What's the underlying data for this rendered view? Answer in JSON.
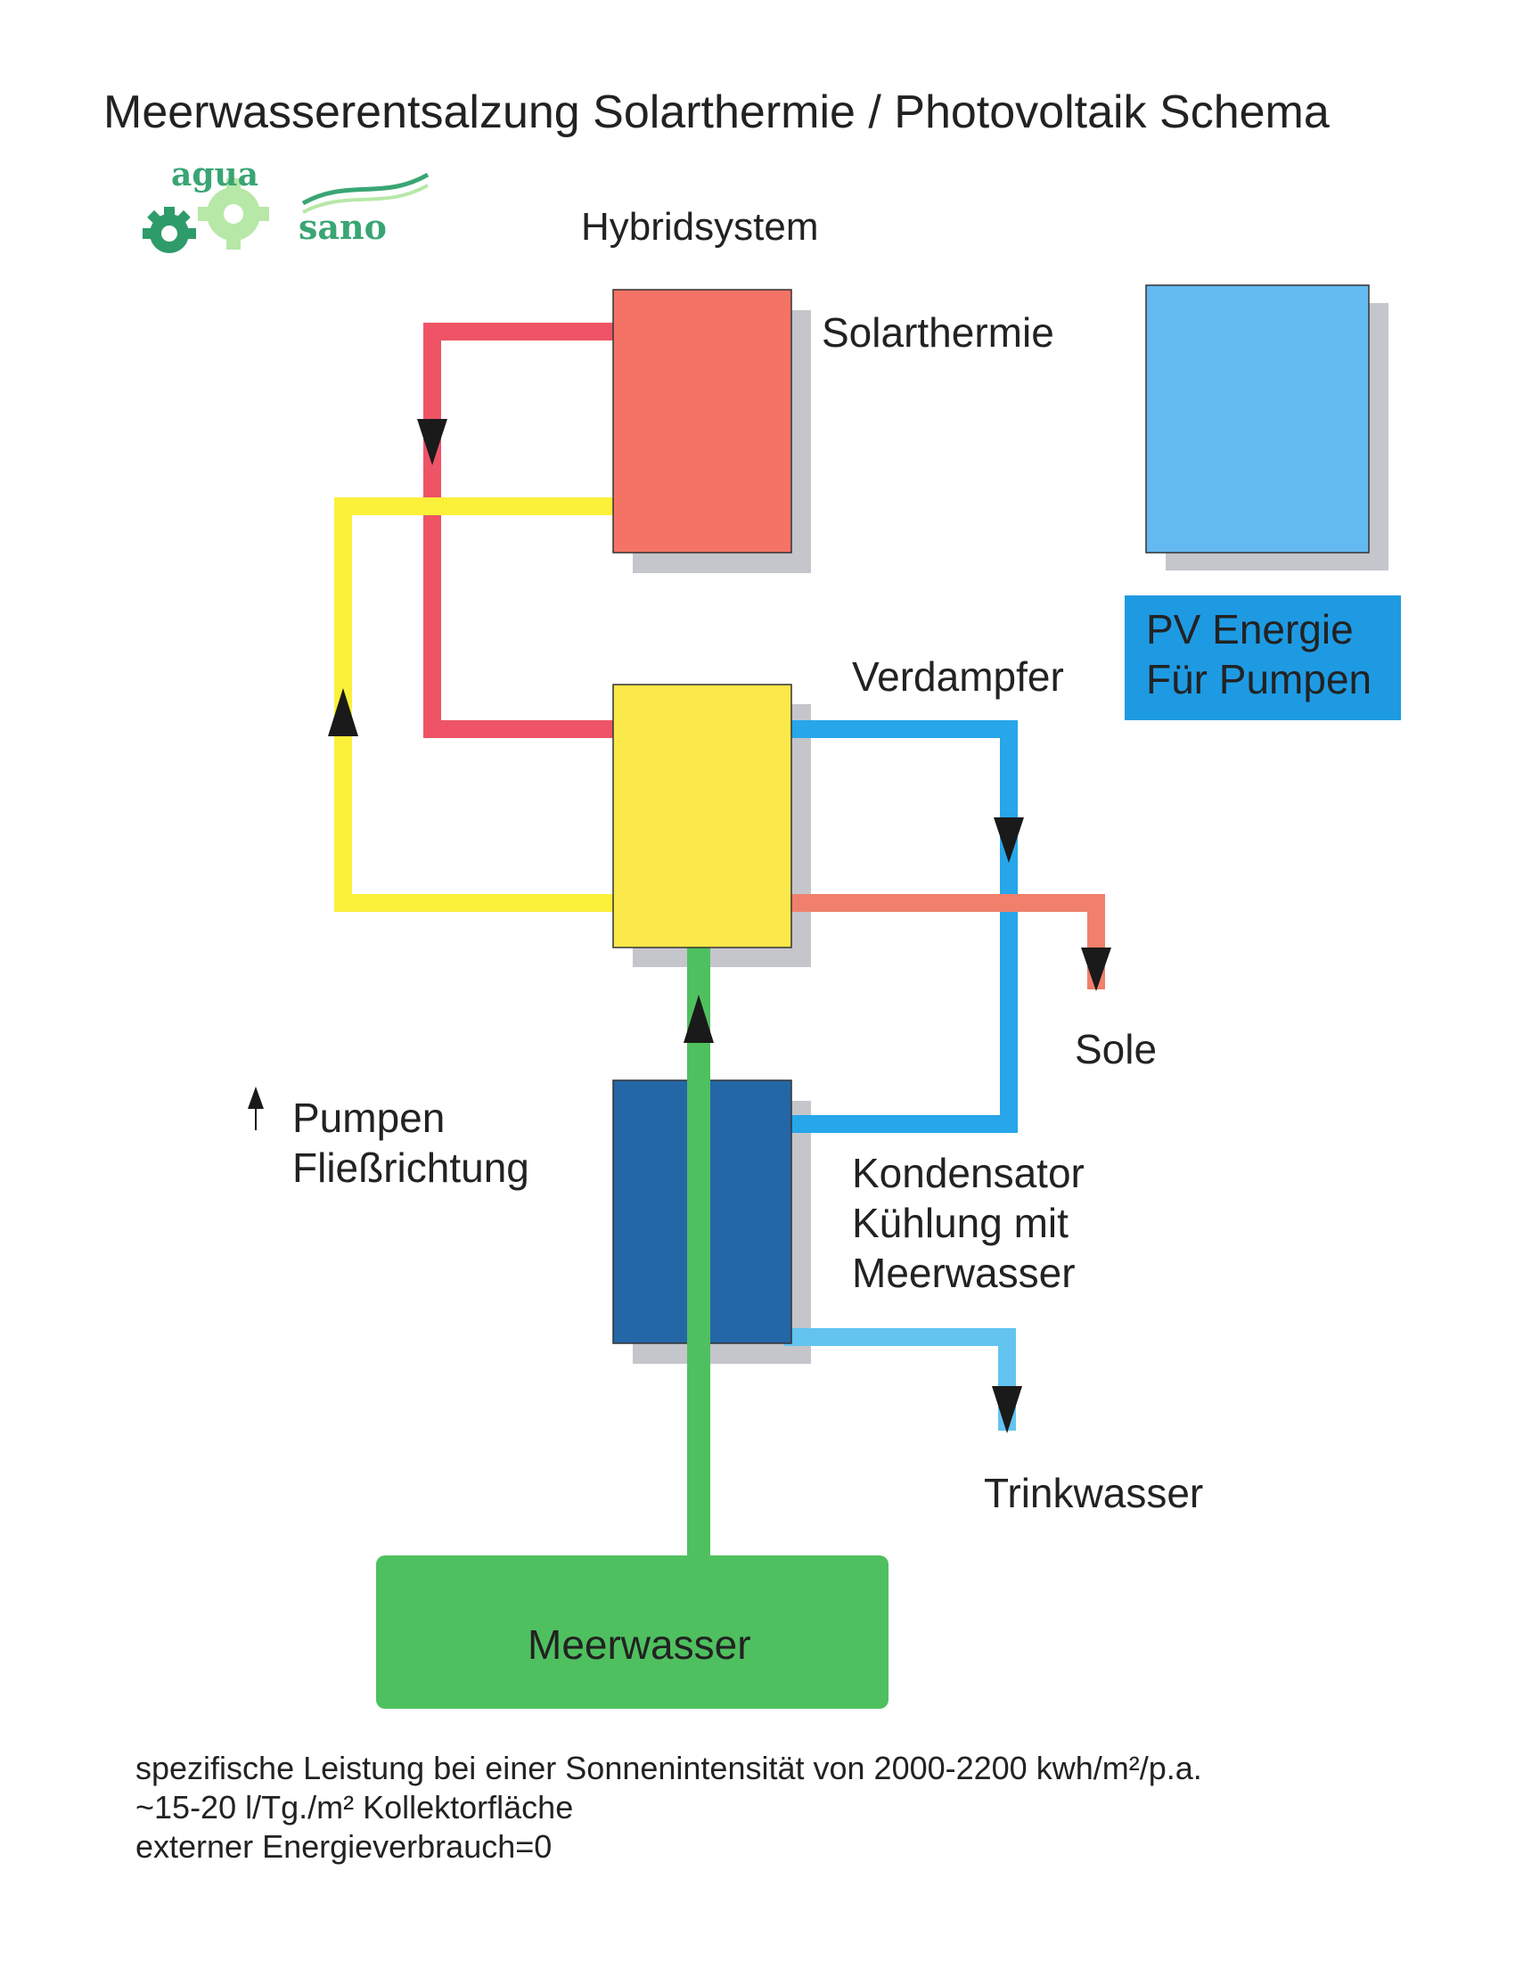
{
  "title": "Meerwasserentsalzung  Solarthermie / Photovoltaik Schema",
  "subtitle": "Hybridsystem",
  "logo": {
    "word1": "agua",
    "word2": "sano",
    "icon": "gear-icon"
  },
  "components": {
    "solarthermie": "Solarthermie",
    "verdampfer": "Verdampfer",
    "kondensator": [
      "Kondensator",
      "Kühlung mit",
      "Meerwasser"
    ],
    "meerwasser": "Meerwasser",
    "pv": [
      "PV Energie",
      "Für Pumpen"
    ]
  },
  "outputs": {
    "sole": "Sole",
    "trinkwasser": "Trinkwasser"
  },
  "legend": {
    "lines": [
      "Pumpen",
      "Fließrichtung"
    ],
    "icon": "arrow-up-icon"
  },
  "footer": [
    "spezifische Leistung bei einer Sonnenintensität von 2000-2200 kwh/m²/p.a.",
    "~15-20 l/Tg./m² Kollektorfläche",
    "externer  Energieverbrauch=0"
  ],
  "colors": {
    "red_pipe": "#ee5466",
    "salmon": "#f0806b",
    "yellow": "#fbe84a",
    "yellow_pipe": "#fbf03a",
    "blue_pipe": "#27a6ea",
    "light_blue_pipe": "#63c4f0",
    "green": "#4fc05f",
    "dark_blue": "#2467a7",
    "pv_blue": "#63baf0",
    "pv_label_bg": "#1e9ae3",
    "shadow": "#c4c6cc"
  }
}
